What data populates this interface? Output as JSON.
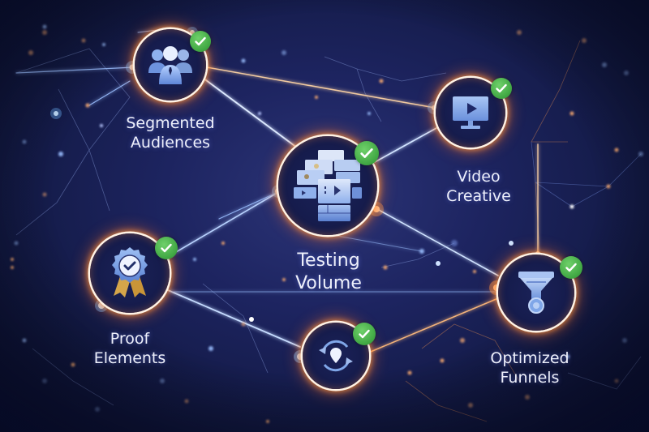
{
  "diagram": {
    "type": "network",
    "theme": {
      "background": "#161d4e",
      "ring_color": "#ff9a4a",
      "ring_highlight": "#fff3e6",
      "check_color": "#45aa46",
      "icon_color": "#7fa6e8",
      "edge_color": "#bcd6ff",
      "label_color": "#eef0fb"
    },
    "nodes": [
      {
        "id": "segmented-audiences",
        "label_line1": "Segmented",
        "label_line2": "Audiences",
        "icon": "people-group-icon",
        "checked": true
      },
      {
        "id": "testing-volume",
        "label_line1": "Testing",
        "label_line2": "Volume",
        "icon": "stacked-windows-icon",
        "checked": true
      },
      {
        "id": "video-creative",
        "label_line1": "Video",
        "label_line2": "Creative",
        "icon": "video-monitor-icon",
        "checked": true
      },
      {
        "id": "proof-elements",
        "label_line1": "Proof",
        "label_line2": "Elements",
        "icon": "award-ribbon-icon",
        "checked": true
      },
      {
        "id": "iteration-cycle",
        "label_line1": "",
        "label_line2": "",
        "icon": "refresh-location-icon",
        "checked": true
      },
      {
        "id": "optimized-funnels",
        "label_line1": "Optimized",
        "label_line2": "Funnels",
        "icon": "funnel-icon",
        "checked": true
      }
    ],
    "edges": [
      [
        "segmented-audiences",
        "testing-volume"
      ],
      [
        "segmented-audiences",
        "video-creative"
      ],
      [
        "testing-volume",
        "video-creative"
      ],
      [
        "testing-volume",
        "proof-elements"
      ],
      [
        "testing-volume",
        "optimized-funnels"
      ],
      [
        "proof-elements",
        "iteration-cycle"
      ],
      [
        "iteration-cycle",
        "optimized-funnels"
      ],
      [
        "video-creative",
        "optimized-funnels"
      ],
      [
        "proof-elements",
        "optimized-funnels"
      ]
    ]
  }
}
